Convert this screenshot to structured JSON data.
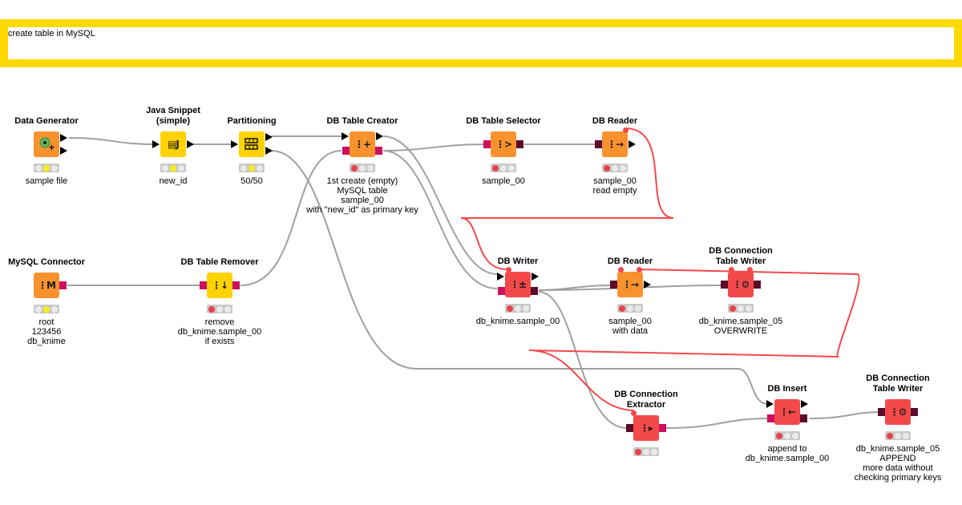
{
  "annotation": {
    "text": "create table in MySQL",
    "border_color": "#ffd800"
  },
  "colors": {
    "source_node": "#f7922f",
    "manipulator_node": "#ffd200",
    "writer_node": "#f4494b",
    "db_port": "#cc0f5e",
    "db_data_port": "#5d0a2b",
    "data_wire": "#a0a0a0",
    "flow_variable_wire": "#f4494b"
  },
  "nodes": [
    {
      "id": "data-generator",
      "title": "Data Generator",
      "label": "sample file",
      "icon": "data-generator-icon",
      "glyph": "◉+",
      "status": "yellow"
    },
    {
      "id": "java-snippet",
      "title": "Java Snippet\n(simple)",
      "label": "new_id",
      "icon": "java-snippet-icon",
      "glyph": "📄J",
      "status": "yellow"
    },
    {
      "id": "partitioning",
      "title": "Partitioning",
      "label": "50/50",
      "icon": "partitioning-icon",
      "glyph": "☷",
      "status": "yellow"
    },
    {
      "id": "db-table-creator",
      "title": "DB Table Creator",
      "label": "1st create (empty)\nMySQL  table\nsample_00\nwith \"new_id\" as primary key",
      "icon": "db-table-creator-icon",
      "glyph": "⋮+",
      "status": "red"
    },
    {
      "id": "db-table-selector",
      "title": "DB Table Selector",
      "label": "sample_00",
      "icon": "db-table-selector-icon",
      "glyph": "⋮>",
      "status": "red"
    },
    {
      "id": "db-reader-1",
      "title": "DB Reader",
      "label": "sample_00\nread empty",
      "icon": "db-reader-icon",
      "glyph": "⋮→",
      "status": "red"
    },
    {
      "id": "mysql-connector",
      "title": "MySQL Connector",
      "label": "root\n123456\ndb_knime",
      "icon": "mysql-connector-icon",
      "glyph": "⋮M",
      "status": "yellow"
    },
    {
      "id": "db-table-remover",
      "title": "DB Table Remover",
      "label": "remove\ndb_knime.sample_00\nif exists",
      "icon": "db-table-remover-icon",
      "glyph": "⋮↓",
      "status": "red"
    },
    {
      "id": "db-writer",
      "title": "DB Writer",
      "label": "db_knime.sample_00",
      "icon": "db-writer-icon",
      "glyph": "⋮±",
      "status": "red"
    },
    {
      "id": "db-reader-2",
      "title": "DB Reader",
      "label": "sample_00\nwith data",
      "icon": "db-reader-icon",
      "glyph": "⋮→",
      "status": "red"
    },
    {
      "id": "db-connection-table-writer-1",
      "title": "DB Connection\nTable Writer",
      "label": "db_knime.sample_05\nOVERWRITE",
      "icon": "db-connection-table-writer-icon",
      "glyph": "⋮⚙",
      "status": "red"
    },
    {
      "id": "db-connection-extractor",
      "title": "DB Connection\nExtractor",
      "label": "",
      "icon": "db-connection-extractor-icon",
      "glyph": "⋮▸",
      "status": "red"
    },
    {
      "id": "db-insert",
      "title": "DB Insert",
      "label": "append to\ndb_knime.sample_00",
      "icon": "db-insert-icon",
      "glyph": "⋮←",
      "status": "red"
    },
    {
      "id": "db-connection-table-writer-2",
      "title": "DB Connection\nTable Writer",
      "label": "db_knime.sample_05\nAPPEND\nmore data without\nchecking primary keys",
      "icon": "db-connection-table-writer-icon",
      "glyph": "⋮⚙",
      "status": "red"
    }
  ]
}
